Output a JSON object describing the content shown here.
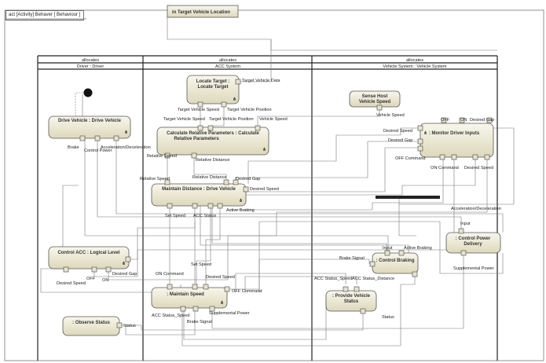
{
  "frame_label": "act [Activity] Behaver [ Behaviour ]",
  "parameter": "in Target Vehicle Location",
  "partitions": [
    {
      "stereotype": "allocates",
      "name": "Driver : Driver"
    },
    {
      "stereotype": "allocates",
      "name": "ACC System"
    },
    {
      "stereotype": "allocates",
      "name": "Vehicle System : Vehicle System"
    }
  ],
  "actions": {
    "locate_target": "Locate Target : Locate Target",
    "sense_host": "Sense Host Vehicle Speed",
    "drive_vehicle": "Drive Vehicle : Drive Vehicle",
    "calculate_relative": "Calculate Relative Parameters : Calculate Relative Parameters",
    "monitor_driver": ": Monitor Driver Inputs",
    "maintain_distance": "Maintain Distance : Drive Vehicle",
    "control_power": ": Control Power Delivery",
    "control_acc": "Control ACC : Logical Level",
    "control_braking": ": Control Braking",
    "maintain_speed": ": Maintain Speed",
    "provide_vehicle_status": ": Provide Vehicle Status",
    "observe_status": ": Observe Status"
  },
  "pin_labels": {
    "target_vehicle_data": "Target Vehicle Data",
    "target_vehicle_speed_out": "Target Vehicle Speed",
    "target_vehicle_position_out": "Target Vehicle Position",
    "vehicle_speed_sense": "Vehicle Speed",
    "target_vehicle_speed_in": "Target Vehicle Speed",
    "target_vehicle_position_in": "Target Vehicle Position",
    "vehicle_speed_in": "Vehicle Speed",
    "relative_speed_out": "Relative Speed",
    "relative_distance_out": "Relative Distance",
    "relative_speed_in": "Relative Speed",
    "relative_distance_in": "Relative Distance",
    "desired_gap_md": "Desired Gap",
    "desired_speed_md": "Desired Speed",
    "desired_speed_in": "Desired Speed",
    "desired_gap_in": "Desired Gap",
    "off_command": "OFF Command",
    "off": "OFF",
    "on": "ON",
    "desired_gap_top": "Desired Gap",
    "on_command": "ON Command",
    "desired_speed_out": "Desired Speed",
    "set_speed": "Set Speed",
    "acc_status": "ACC Status",
    "active_braking": "Active Braking",
    "brake": "Brake",
    "control_power": "Control Power",
    "accel_decel": "Acceleration/Deceleration",
    "accel_decel_right": "Acceleration/Deceleration",
    "input_power": "Input",
    "supplemental_power": "Supplemental Power",
    "desired_speed_acc": "Desired Speed",
    "off_acc": "OFF",
    "on_acc": "ON",
    "desired_gap_acc": "Desired Gap",
    "brake_signal_cb": "Brake Signal",
    "input_cb": "Input",
    "active_braking_cb": "Active Braking",
    "on_command_ms": "ON Command",
    "set_speed_ms": "Set Speed",
    "desired_speed_ms": "Desired Speed",
    "off_command_ms": "OFF Command",
    "acc_status_speed_ms": "ACC Status_Speed",
    "brake_signal_ms": "Brake Signal",
    "supplemental_power_ms": "Supplemental Power",
    "acc_status_speed_pvs": "ACC Status_Speed",
    "acc_status_distance": "ACC Status_Distance",
    "status_pvs": "Status",
    "status_os": "Status"
  }
}
